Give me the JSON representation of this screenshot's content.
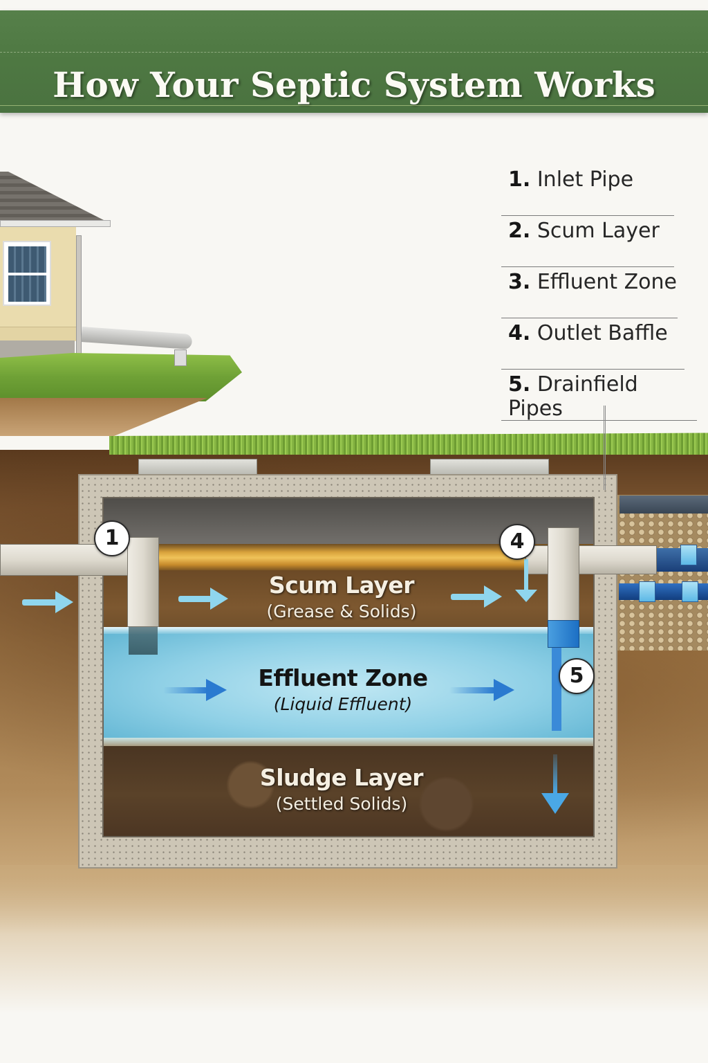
{
  "title": "How Your Septic System Works",
  "legend": {
    "items": [
      {
        "num": "1.",
        "label": "Inlet Pipe"
      },
      {
        "num": "2.",
        "label": "Scum Layer"
      },
      {
        "num": "3.",
        "label": "Effluent Zone"
      },
      {
        "num": "4.",
        "label": "Outlet Baffle"
      },
      {
        "num": "5.",
        "label": "Drainfield Pipes"
      }
    ]
  },
  "tank": {
    "layers": {
      "scum": {
        "label": "Scum Layer",
        "sub": "(Grease & Solids)"
      },
      "effluent": {
        "label": "Effluent Zone",
        "sub": "(Liquid Effluent)"
      },
      "sludge": {
        "label": "Sludge Layer",
        "sub": "(Settled Solids)"
      }
    },
    "markers": {
      "m1": "1",
      "m4": "4",
      "m5": "5"
    }
  },
  "colors": {
    "banner": "#4e7842",
    "effluent": "#8fd0e6",
    "scum": "#7d5830",
    "sludge": "#4a3522",
    "arrow_light": "#8fd6ee",
    "arrow_blue": "#2a7ad0"
  }
}
